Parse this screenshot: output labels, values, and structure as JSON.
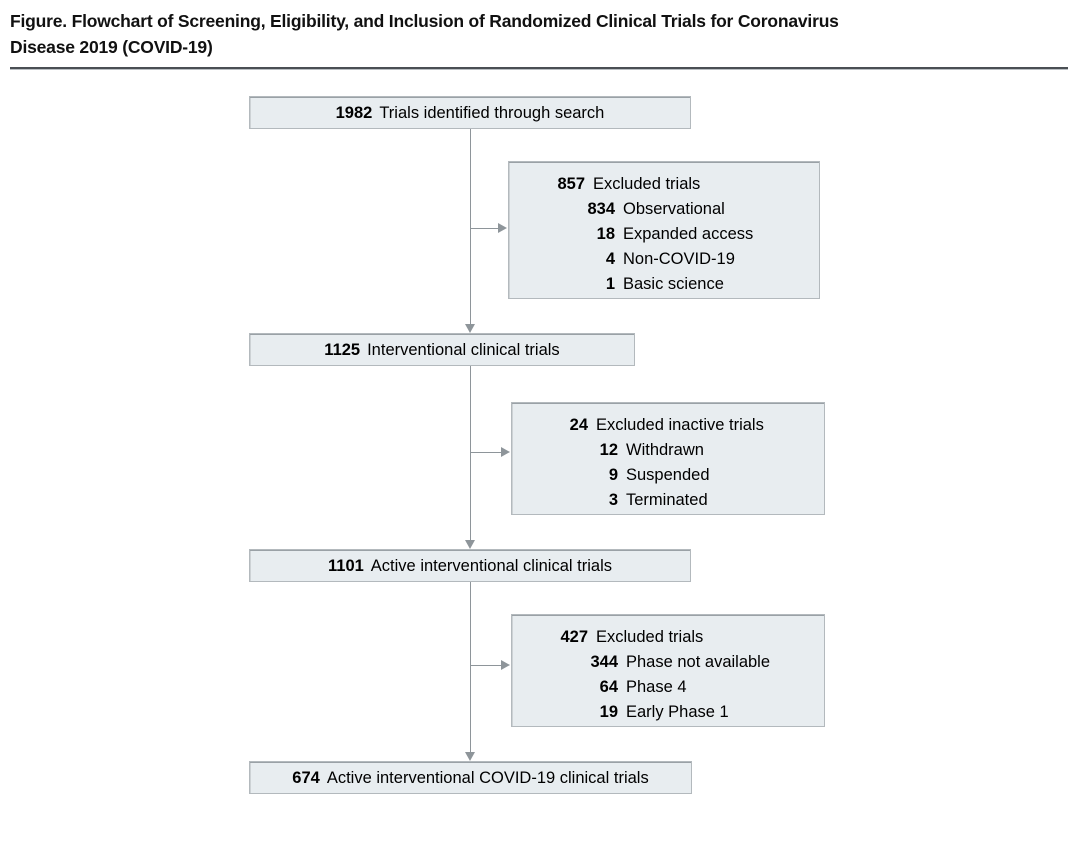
{
  "figure": {
    "title": "Figure. Flowchart of Screening, Eligibility, and Inclusion of Randomized Clinical Trials for Coronavirus Disease 2019 (COVID-19)",
    "colors": {
      "box_fill": "#e8edf0",
      "box_border": "#b3b9bd",
      "connector": "#8e959a",
      "rule": "#4a4f54",
      "text": "#000000"
    }
  },
  "chart_data": {
    "type": "flowchart",
    "title": "Figure. Flowchart of Screening, Eligibility, and Inclusion of Randomized Clinical Trials for Coronavirus Disease 2019 (COVID-19)",
    "orientation": "top-to-bottom",
    "main_nodes": [
      {
        "id": "identified",
        "count": "1982",
        "label": "Trials identified through search"
      },
      {
        "id": "interventional",
        "count": "1125",
        "label": "Interventional clinical trials"
      },
      {
        "id": "active",
        "count": "1101",
        "label": "Active interventional clinical trials"
      },
      {
        "id": "included",
        "count": "674",
        "label": "Active interventional COVID-19 clinical trials"
      }
    ],
    "exclusion_nodes": [
      {
        "id": "excluded-1",
        "header": {
          "count": "857",
          "label": "Excluded trials"
        },
        "items": [
          {
            "count": "834",
            "label": "Observational"
          },
          {
            "count": "18",
            "label": "Expanded access"
          },
          {
            "count": "4",
            "label": "Non-COVID-19"
          },
          {
            "count": "1",
            "label": "Basic science"
          }
        ]
      },
      {
        "id": "excluded-2",
        "header": {
          "count": "24",
          "label": "Excluded inactive trials"
        },
        "items": [
          {
            "count": "12",
            "label": "Withdrawn"
          },
          {
            "count": "9",
            "label": "Suspended"
          },
          {
            "count": "3",
            "label": "Terminated"
          }
        ]
      },
      {
        "id": "excluded-3",
        "header": {
          "count": "427",
          "label": "Excluded trials"
        },
        "items": [
          {
            "count": "344",
            "label": "Phase not available"
          },
          {
            "count": "64",
            "label": "Phase 4"
          },
          {
            "count": "19",
            "label": "Early Phase 1"
          }
        ]
      }
    ],
    "edges": [
      {
        "from": "identified",
        "to": "interventional",
        "type": "down-arrow"
      },
      {
        "from": "identified-stem",
        "to": "excluded-1",
        "type": "right-arrow"
      },
      {
        "from": "interventional",
        "to": "active",
        "type": "down-arrow"
      },
      {
        "from": "interventional-stem",
        "to": "excluded-2",
        "type": "right-arrow"
      },
      {
        "from": "active",
        "to": "included",
        "type": "down-arrow"
      },
      {
        "from": "active-stem",
        "to": "excluded-3",
        "type": "right-arrow"
      }
    ]
  }
}
